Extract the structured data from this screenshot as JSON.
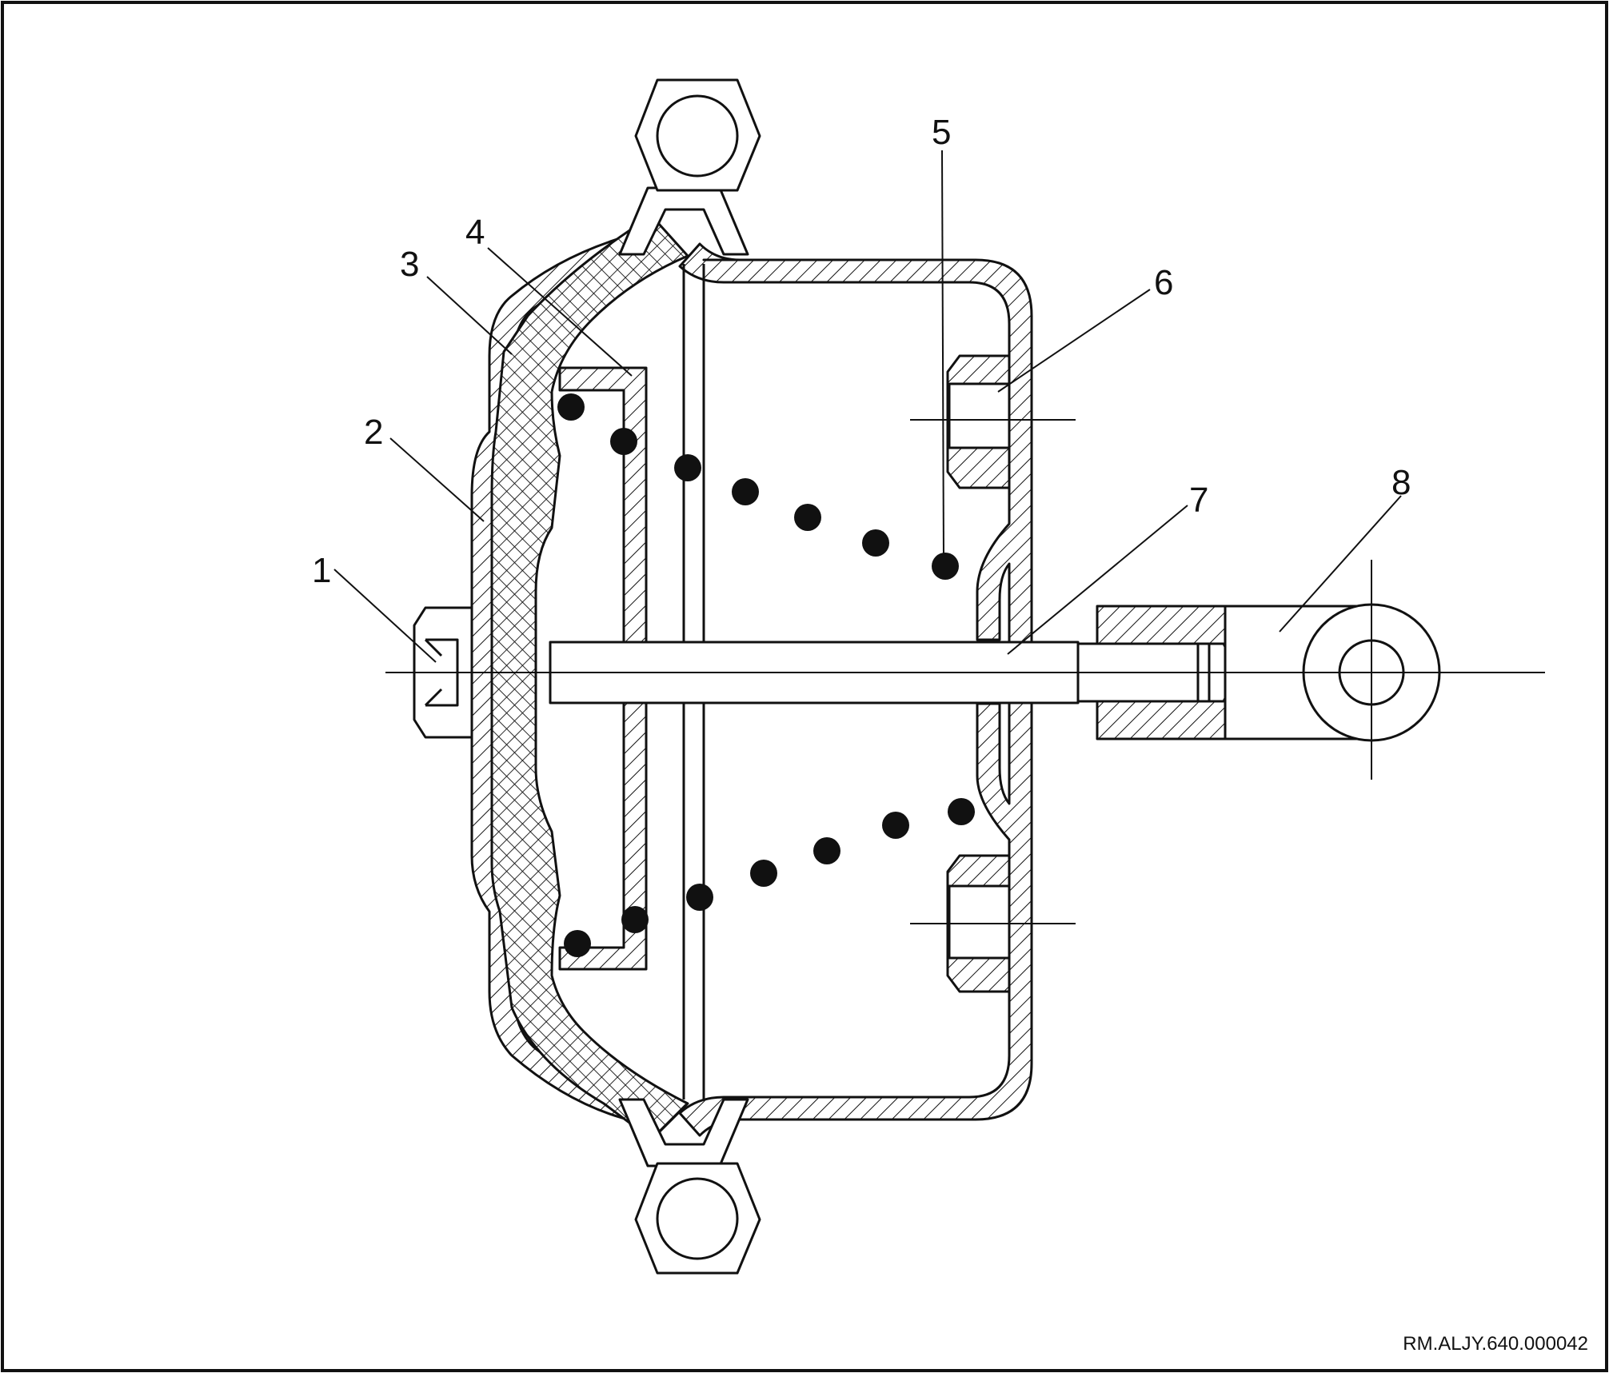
{
  "diagram": {
    "callouts": [
      {
        "id": "1",
        "label": "1"
      },
      {
        "id": "2",
        "label": "2"
      },
      {
        "id": "3",
        "label": "3"
      },
      {
        "id": "4",
        "label": "4"
      },
      {
        "id": "5",
        "label": "5"
      },
      {
        "id": "6",
        "label": "6"
      },
      {
        "id": "7",
        "label": "7"
      },
      {
        "id": "8",
        "label": "8"
      }
    ],
    "reference_code": "RM.ALJY.640.000042",
    "colors": {
      "line": "#111111",
      "background": "#ffffff"
    }
  }
}
